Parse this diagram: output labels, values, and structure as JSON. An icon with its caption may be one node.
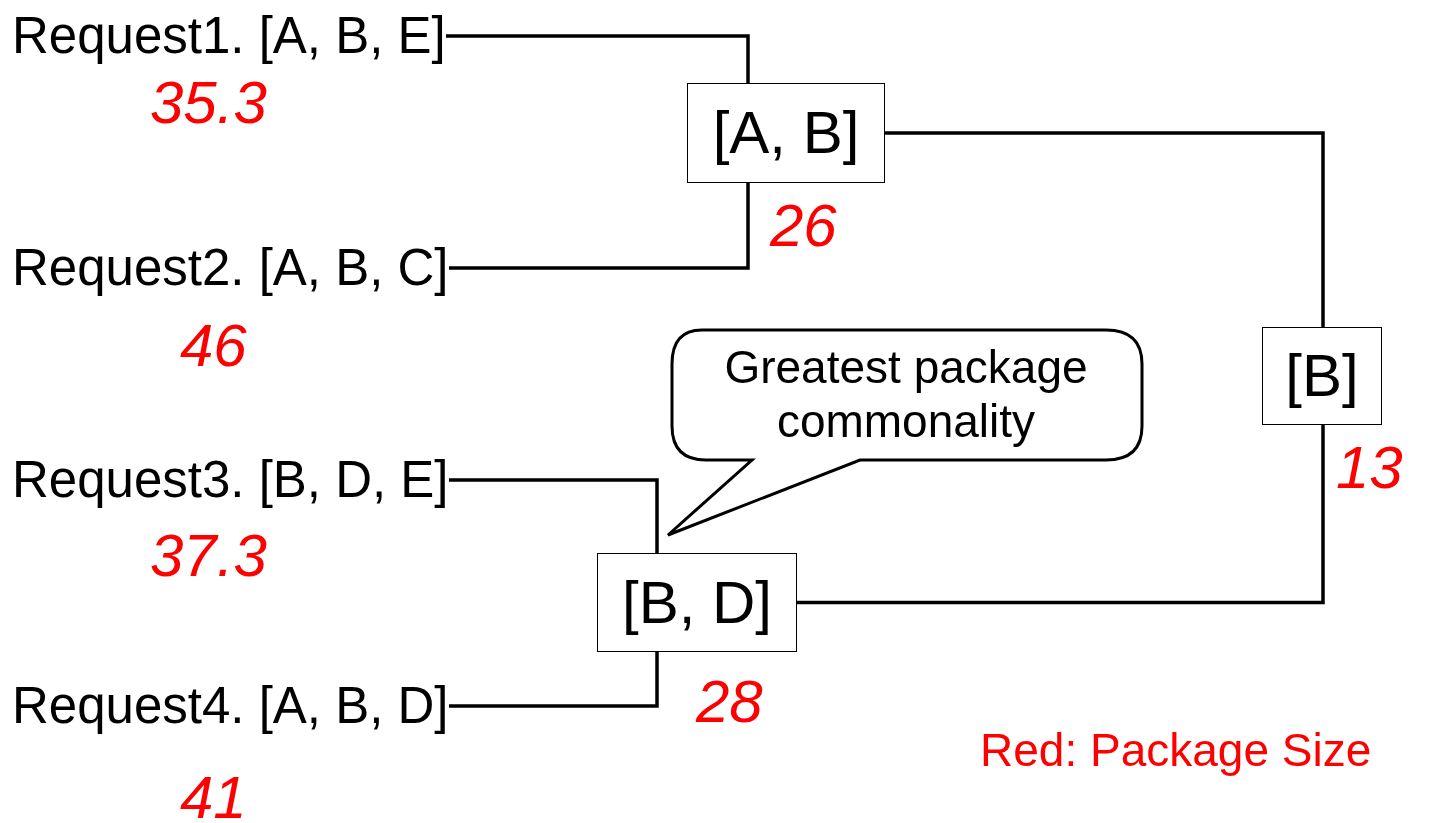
{
  "diagram": {
    "nodes": [
      {
        "text": [
          "Request1. [A, B, E]"
        ],
        "beside": [
          "35.3"
        ]
      },
      {
        "text": [
          "Request2. [A, B, C]"
        ],
        "beside": [
          "46"
        ]
      },
      {
        "text": [
          "[A, B]"
        ],
        "beside": [
          "26"
        ]
      },
      {
        "text": [
          "Request3. [B, D, E]"
        ],
        "beside": [
          "37.3"
        ]
      },
      {
        "text": [
          "Request4. [A, B, D]"
        ],
        "beside": [
          "41"
        ]
      },
      {
        "text": [
          "[B, D]"
        ],
        "beside": [
          "28"
        ]
      },
      {
        "text": [
          "[B]"
        ],
        "beside": [
          "13"
        ]
      },
      {
        "text": [
          "Greatest package commonality"
        ]
      }
    ],
    "edges": [
      {
        "from": 0,
        "to": 2,
        "arrow": "none"
      },
      {
        "from": 1,
        "to": 2,
        "arrow": "none"
      },
      {
        "from": 3,
        "to": 5,
        "arrow": "none"
      },
      {
        "from": 4,
        "to": 5,
        "arrow": "none"
      },
      {
        "from": 2,
        "to": 6,
        "arrow": "none"
      },
      {
        "from": 5,
        "to": 6,
        "arrow": "none"
      }
    ],
    "labels": [
      "Red: Package Size"
    ]
  }
}
